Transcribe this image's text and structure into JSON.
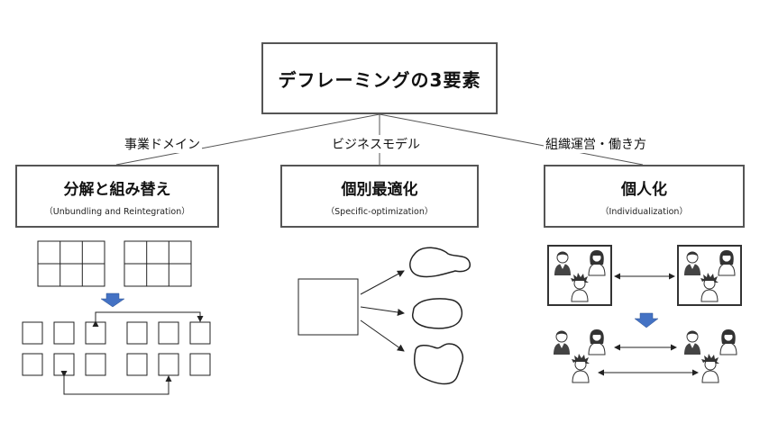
{
  "diagram": {
    "title": "デフレーミングの3要素",
    "branches": [
      {
        "label": "事業ドメイン",
        "heading": "分解と組み替え",
        "subheading": "（Unbundling and Reintegration）"
      },
      {
        "label": "ビジネスモデル",
        "heading": "個別最適化",
        "subheading": "（Specific-optimization）"
      },
      {
        "label": "組織運営・働き方",
        "heading": "個人化",
        "subheading": "（Individualization）"
      }
    ],
    "colors": {
      "border": "#555555",
      "arrow_fill": "#4472c4",
      "line": "#555555"
    },
    "icons": [
      "person-man-icon",
      "person-woman-icon",
      "person-spiky-hair-icon"
    ]
  }
}
